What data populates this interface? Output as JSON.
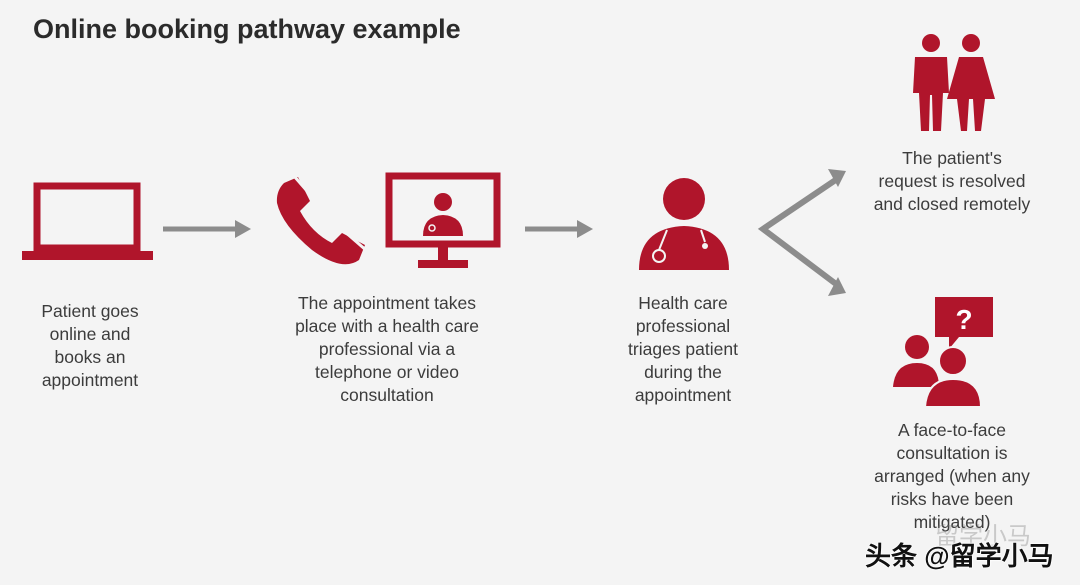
{
  "title": "Online booking pathway example",
  "steps": [
    {
      "text": "Patient goes\nonline and\nbooks an\nappointment",
      "icon": "laptop-icon"
    },
    {
      "text": "The appointment takes\nplace with a health care\nprofessional via a\ntelephone or video\nconsultation",
      "icons": [
        "phone-icon",
        "video-monitor-doctor-icon"
      ]
    },
    {
      "text": "Health care\nprofessional\ntriages patient\nduring the\nappointment",
      "icon": "doctor-icon"
    }
  ],
  "outcomes": [
    {
      "text": "The patient's\nrequest is resolved\nand closed remotely",
      "icon": "couple-icon"
    },
    {
      "text": "A face-to-face\nconsultation is\narranged (when any\nrisks have been\nmitigated)",
      "icon": "people-question-icon"
    }
  ],
  "watermark": {
    "main": "头条 @留学小马",
    "faint": "留学小马"
  },
  "colors": {
    "accent": "#b0152b",
    "arrow": "#8c8c8c"
  }
}
